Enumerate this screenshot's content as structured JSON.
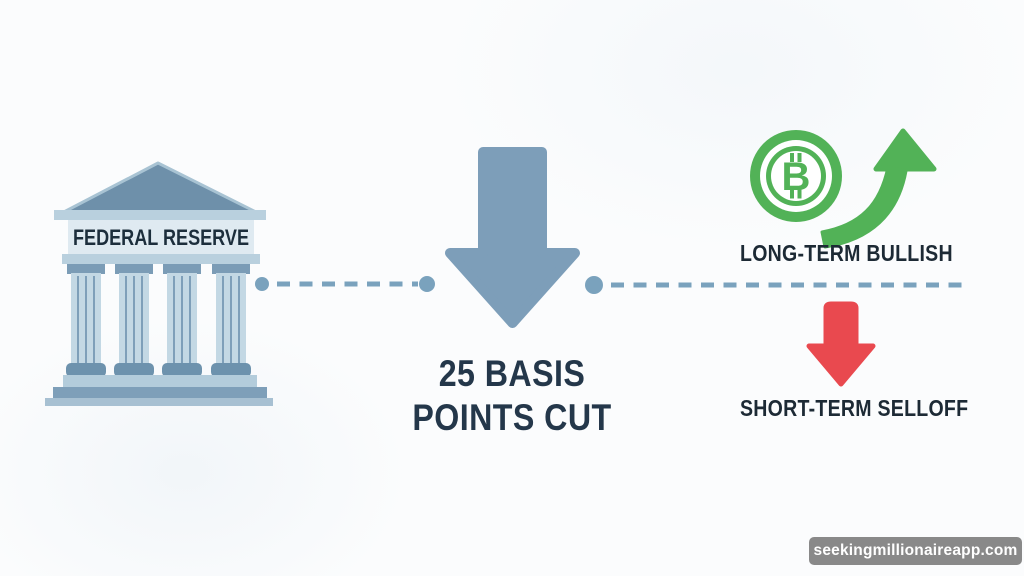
{
  "colors": {
    "background": "#fbfcfd",
    "slate": "#7d9eb9",
    "navy_text": "#24374a",
    "label_text": "#1d2a35",
    "green": "#52b257",
    "red": "#e9494f",
    "dash": "#7aa2bd",
    "watermark_bg": "#898989",
    "watermark_text": "#ffffff"
  },
  "building": {
    "label": "FEDERAL RESERVE"
  },
  "center_arrow": {
    "line1": "25 BASIS",
    "line2": "POINTS CUT"
  },
  "outcomes": {
    "bullish": {
      "label": "LONG-TERM BULLISH",
      "bitcoin_symbol": "B"
    },
    "selloff": {
      "label": "SHORT-TERM SELLOFF"
    }
  },
  "watermark": {
    "text": "seekingmillionaireapp.com"
  }
}
